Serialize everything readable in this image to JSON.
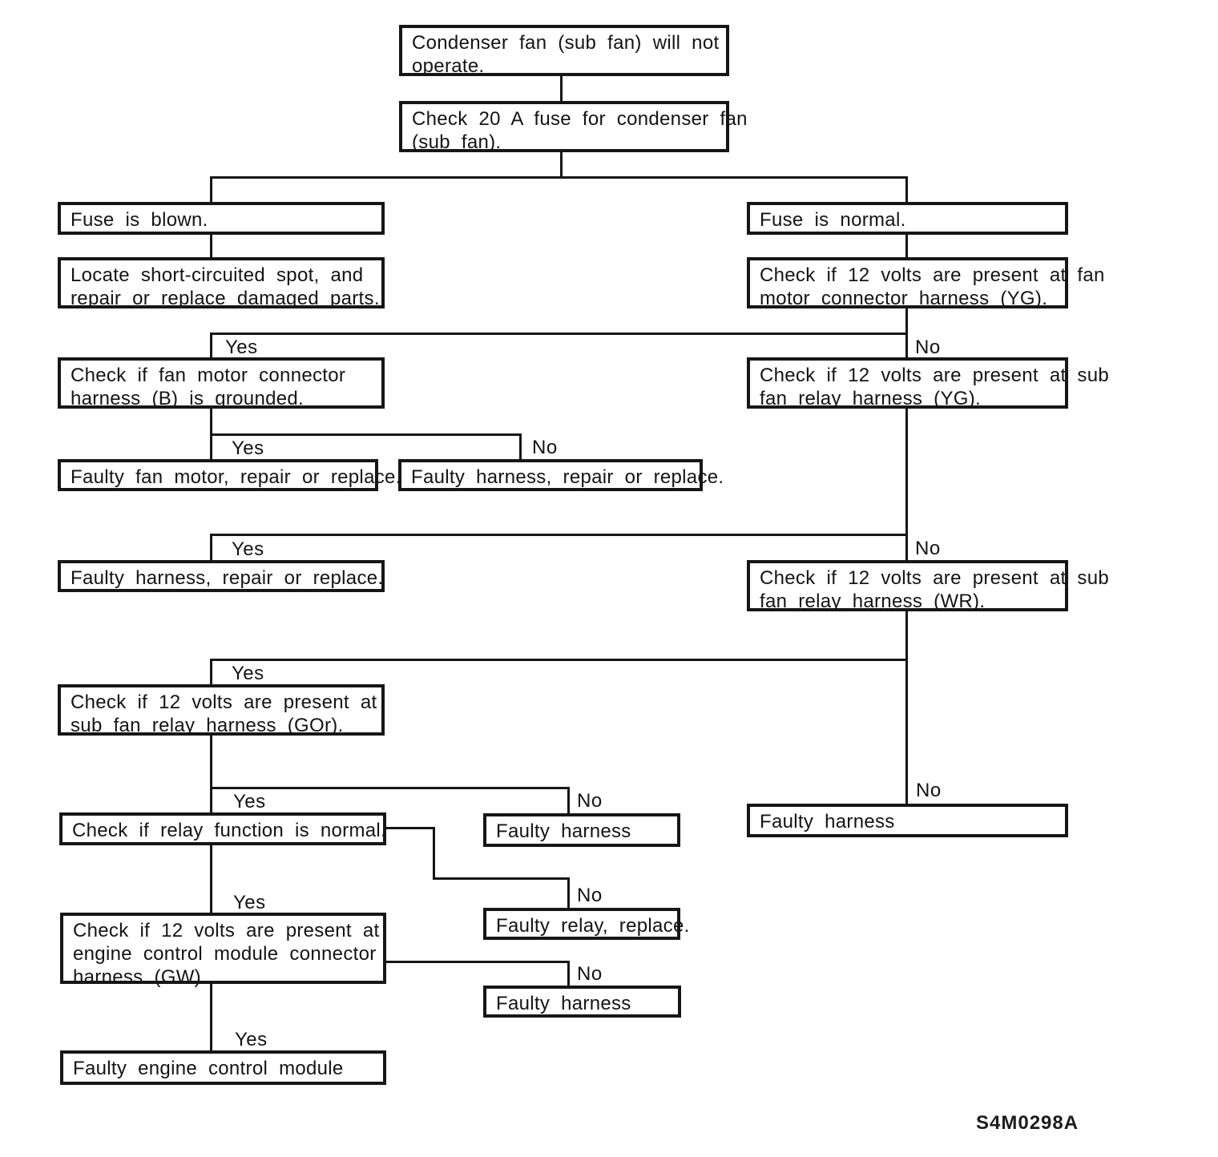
{
  "diagram": {
    "caption_code": "S4M0298A",
    "labels": {
      "yes": "Yes",
      "no": "No"
    },
    "nodes": {
      "start": {
        "text": [
          "Condenser fan (sub fan) will not",
          "operate."
        ]
      },
      "check_fuse": {
        "text": [
          "Check 20 A fuse for condenser fan",
          "(sub fan)."
        ]
      },
      "fuse_blown": {
        "text": [
          "Fuse is blown."
        ]
      },
      "fuse_normal": {
        "text": [
          "Fuse is normal."
        ]
      },
      "locate_short": {
        "text": [
          "Locate short-circuited spot, and",
          "repair or replace damaged parts."
        ]
      },
      "check_fan_motor_yg": {
        "text": [
          "Check if 12 volts are present at fan",
          "motor connector harness (YG)."
        ]
      },
      "check_b_grounded": {
        "text": [
          "Check if fan motor connector",
          "harness (B) is grounded."
        ]
      },
      "check_subfan_yg": {
        "text": [
          "Check if 12 volts are present at sub",
          "fan relay harness (YG)."
        ]
      },
      "faulty_fan_motor": {
        "text": [
          "Faulty fan motor, repair or replace."
        ]
      },
      "faulty_harness_rr_mid": {
        "text": [
          "Faulty harness, repair or replace."
        ]
      },
      "faulty_harness_rr_left": {
        "text": [
          "Faulty harness, repair or replace."
        ]
      },
      "check_subfan_wr": {
        "text": [
          "Check if 12 volts are present at sub",
          "fan relay harness (WR)."
        ]
      },
      "check_subfan_gor": {
        "text": [
          "Check if 12 volts are present at",
          "sub fan relay harness (GOr)."
        ]
      },
      "faulty_harness_right": {
        "text": [
          "Faulty harness"
        ]
      },
      "check_relay_function": {
        "text": [
          "Check if relay function is normal."
        ]
      },
      "faulty_harness_mid1": {
        "text": [
          "Faulty harness"
        ]
      },
      "faulty_relay": {
        "text": [
          "Faulty relay, replace."
        ]
      },
      "check_ecm_gw": {
        "text": [
          "Check if 12 volts are present at",
          "engine control module connector",
          "harness (GW)."
        ]
      },
      "faulty_harness_mid2": {
        "text": [
          "Faulty harness"
        ]
      },
      "faulty_ecm": {
        "text": [
          "Faulty engine control module"
        ]
      }
    }
  }
}
